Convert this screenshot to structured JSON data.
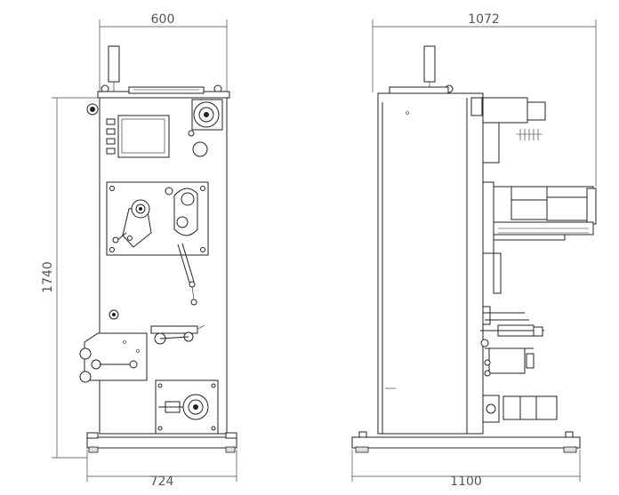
{
  "front_view": {
    "top_width": "600",
    "height": "1740",
    "base_width": "724"
  },
  "side_view": {
    "top_width": "1072",
    "base_width": "1100"
  }
}
